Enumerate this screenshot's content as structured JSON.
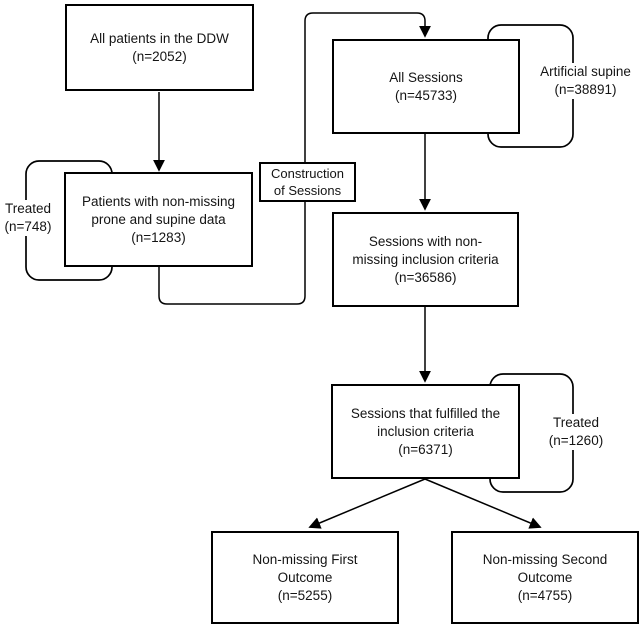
{
  "colors": {
    "ink": "#000000",
    "background": "#ffffff"
  },
  "nodes": {
    "all_patients": {
      "line1": "All patients in the DDW",
      "line2": "(n=2052)"
    },
    "patients_nonmissing": {
      "line1": "Patients with non-missing",
      "line2": "prone and supine data",
      "line3": "(n=1283)"
    },
    "all_sessions": {
      "line1": "All Sessions",
      "line2": "(n=45733)"
    },
    "sessions_nonmissing": {
      "line1": "Sessions with non-",
      "line2": "missing inclusion criteria",
      "line3": "(n=36586)"
    },
    "sessions_fulfilled": {
      "line1": "Sessions that fulfilled the",
      "line2": "inclusion criteria",
      "line3": "(n=6371)"
    },
    "outcome_first": {
      "line1": "Non-missing First",
      "line2": "Outcome",
      "line3": "(n=5255)"
    },
    "outcome_second": {
      "line1": "Non-missing Second",
      "line2": "Outcome",
      "line3": "(n=4755)"
    }
  },
  "side_labels": {
    "treated_left": {
      "line1": "Treated",
      "line2": "(n=748)"
    },
    "artificial_supine": {
      "line1": "Artificial supine",
      "line2": "(n=38891)"
    },
    "treated_right": {
      "line1": "Treated",
      "line2": "(n=1260)"
    }
  },
  "connector_label": {
    "line1": "Construction",
    "line2": "of Sessions"
  }
}
